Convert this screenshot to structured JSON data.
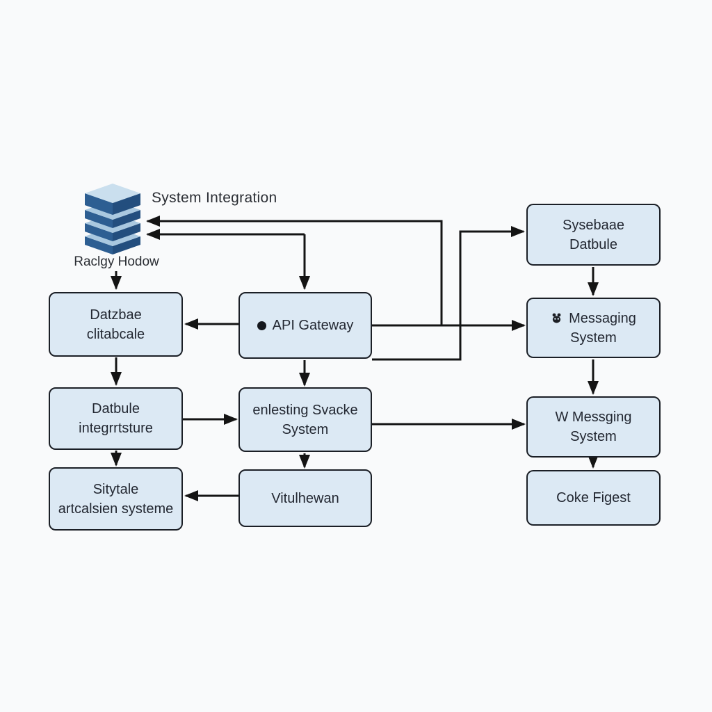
{
  "header": {
    "title": "System Integration",
    "source_icon_label": "Raclgy Hodow"
  },
  "icons": {
    "source": "database-stack-icon",
    "api_gateway_bullet": "bullet-circle-icon",
    "messaging": "bug-glyph-icon"
  },
  "colors": {
    "background": "#f9fafb",
    "box_fill": "#dce9f4",
    "box_border": "#1b1f26",
    "arrow": "#141414",
    "text": "#232832",
    "icon_top_face": "#bdd7ea",
    "icon_top_face_light": "#cadfee",
    "icon_side_left": "#2d5e92",
    "icon_side_right": "#234e7e"
  },
  "nodes": {
    "database_source": {
      "line1": "Datzbae",
      "line2": "clitabcale"
    },
    "database_integration": {
      "line1": "Datbule",
      "line2": "integrrtsture"
    },
    "state_systems": {
      "line1": "Sitytale",
      "line2": "artcalsien systeme"
    },
    "api_gateway": {
      "label": "API Gateway"
    },
    "ingest_system": {
      "line1": "enlesting Svacke",
      "line2": "System"
    },
    "viewer": {
      "label": "Vitulhewan"
    },
    "system_database": {
      "line1": "Sysebaae",
      "line2": "Datbule"
    },
    "messaging_system": {
      "line1": "Messaging",
      "line2": "System"
    },
    "w_messaging_system": {
      "line1": "W Messging",
      "line2": "System"
    },
    "code_digest": {
      "label": "Coke Figest"
    }
  }
}
